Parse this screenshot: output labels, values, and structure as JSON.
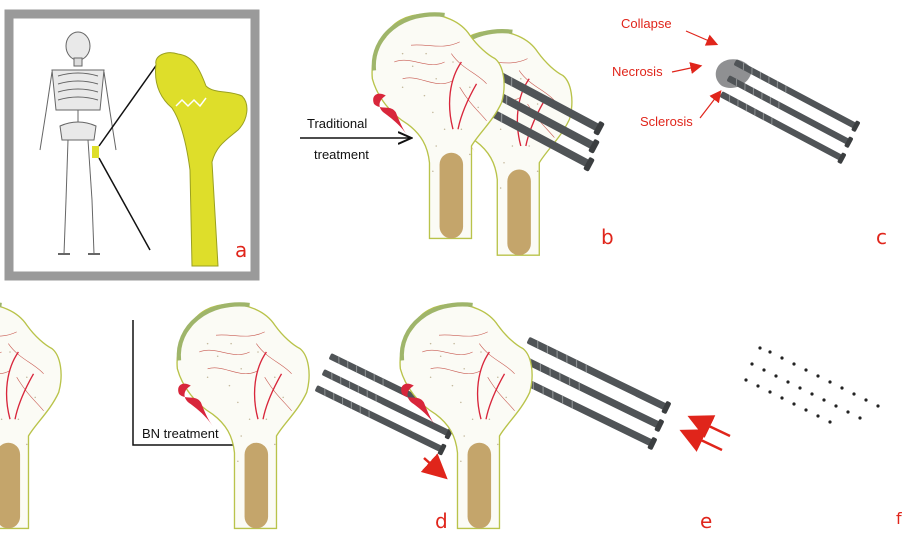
{
  "panels": {
    "a": "a",
    "b": "b",
    "c": "c",
    "d": "d",
    "e": "e",
    "f": "f"
  },
  "arrows": {
    "traditional_line1": "Traditional",
    "traditional_line2": "treatment",
    "bn": "BN treatment"
  },
  "annotations": {
    "collapse": "Collapse",
    "necrosis": "Necrosis",
    "sclerosis": "Sclerosis"
  },
  "colors": {
    "bone_yellow": "#dede2a",
    "femur_outline": "#b9c34a",
    "cartilage_green": "#9fb56a",
    "canal_tan": "#c4a56b",
    "vessel_red": "#d8263b",
    "screw_gray": "#505457",
    "label_red": "#e0251b",
    "frame_gray": "#9a9a9a"
  },
  "icons": [
    "skeleton-icon",
    "femur-icon",
    "screw-icon",
    "vessel-icon"
  ]
}
